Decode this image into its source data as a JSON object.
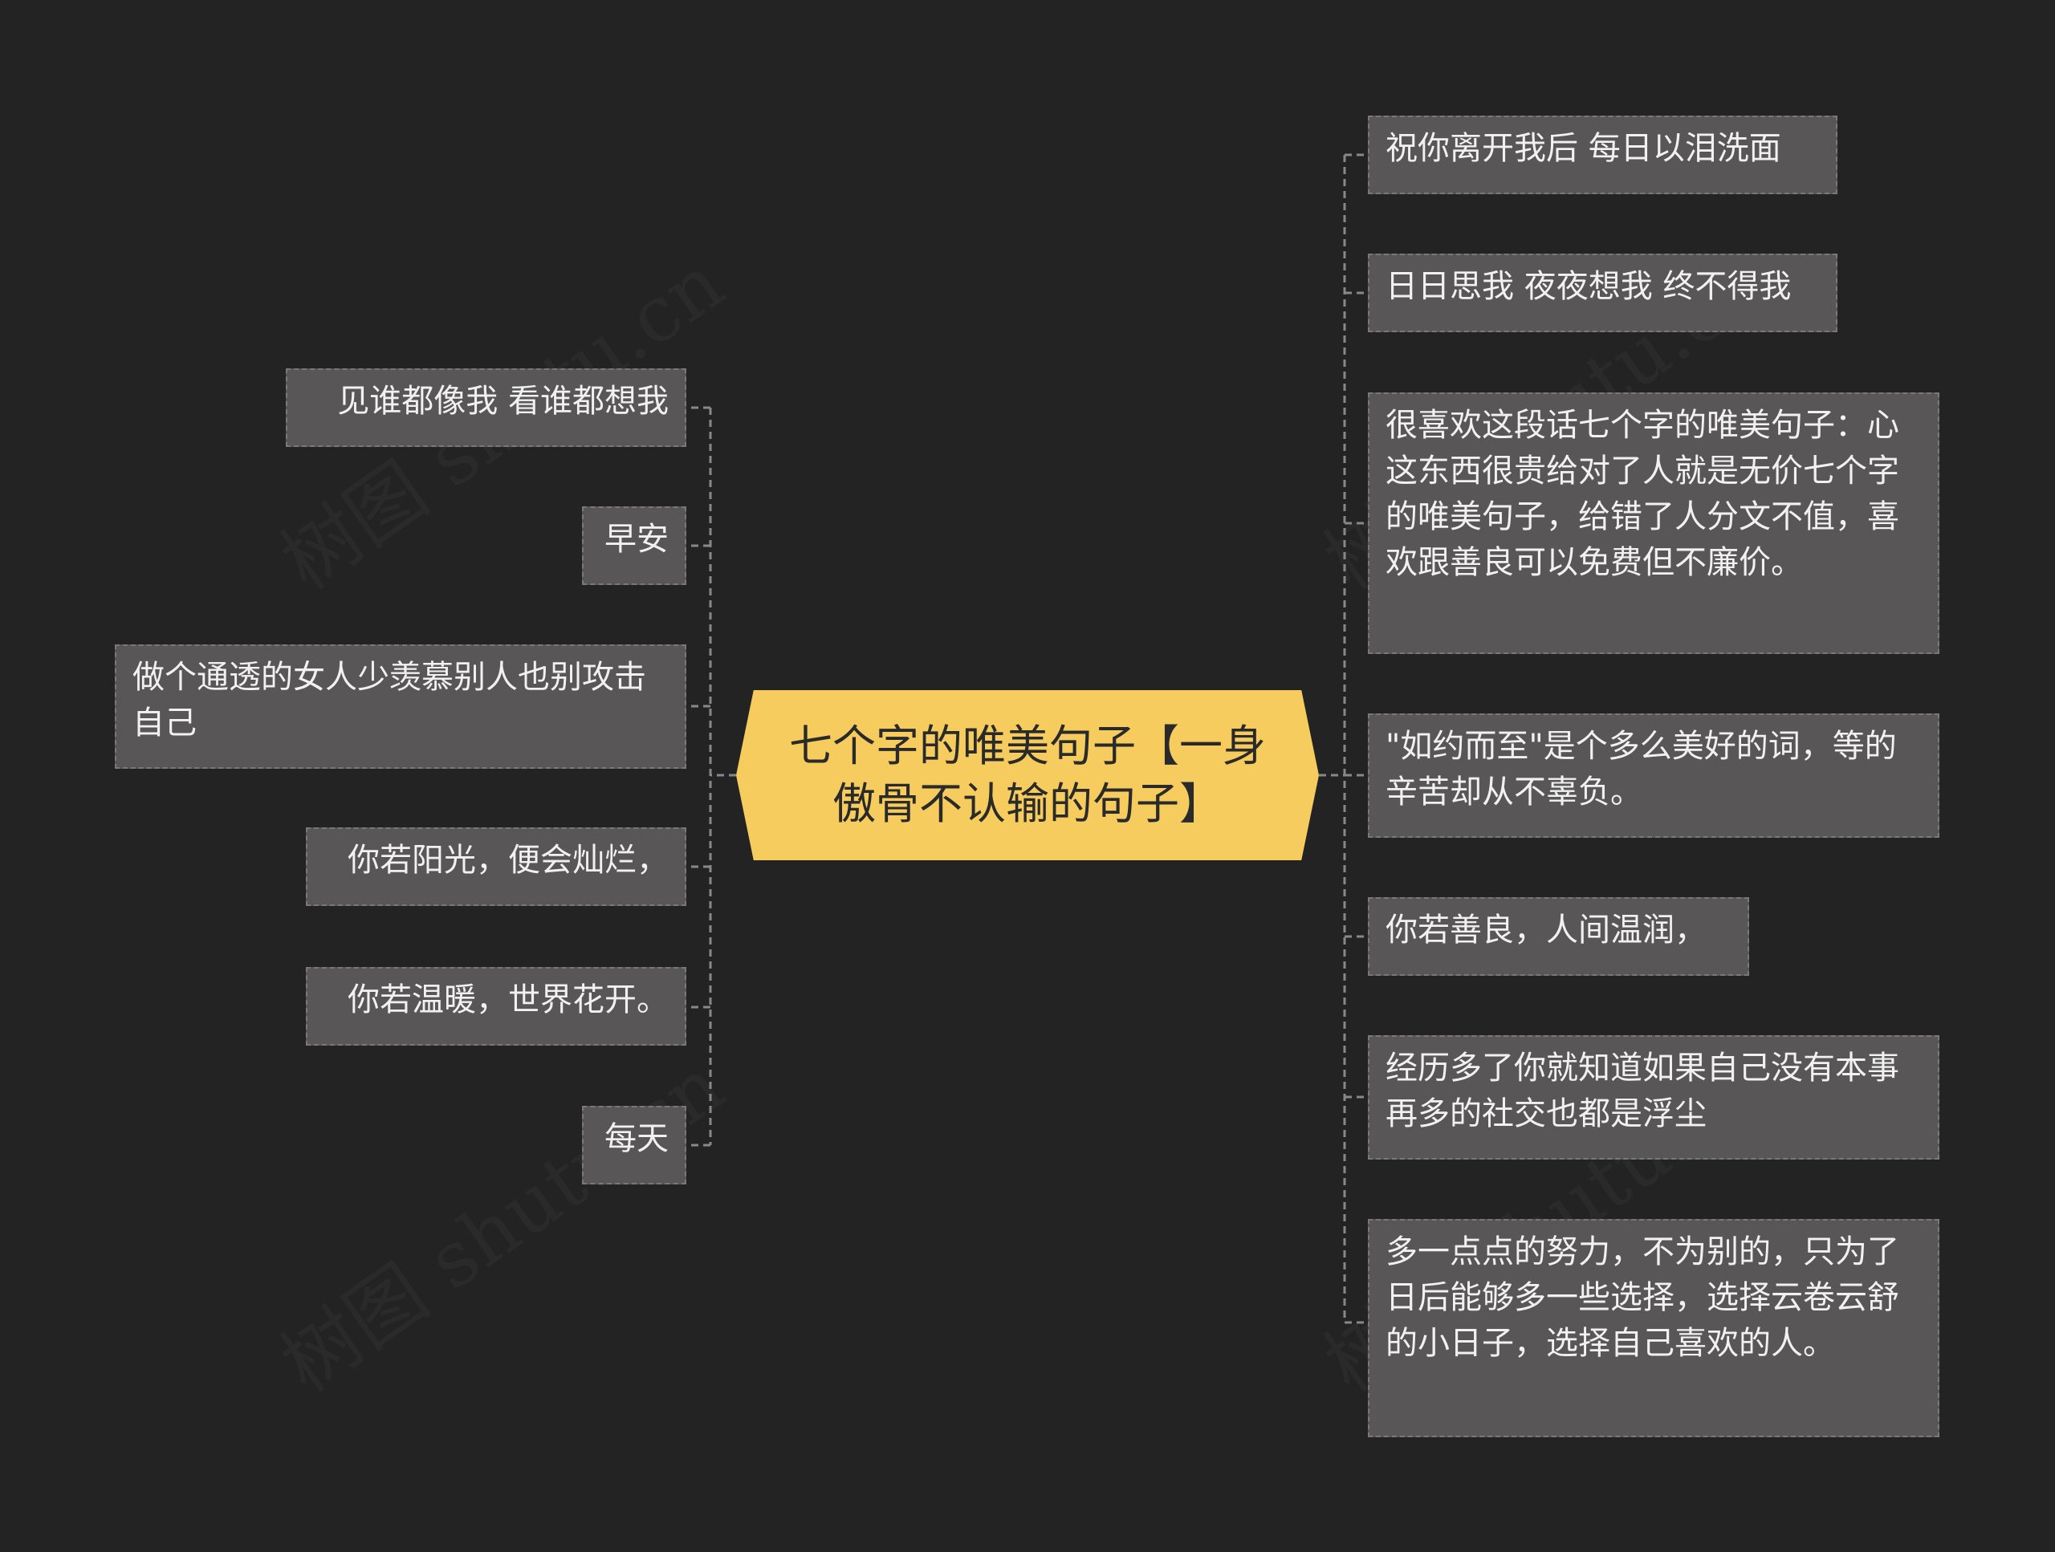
{
  "root": {
    "title": "七个字的唯美句子【一身傲骨不认输的句子】"
  },
  "left_nodes": [
    "见谁都像我 看谁都想我",
    "早安",
    "做个通透的女人少羡慕别人也别攻击自己",
    "你若阳光，便会灿烂，",
    "你若温暖，世界花开。",
    "每天"
  ],
  "right_nodes": [
    "祝你离开我后 每日以泪洗面",
    "日日思我 夜夜想我 终不得我",
    "很喜欢这段话七个字的唯美句子：心这东西很贵给对了人就是无价七个字的唯美句子，给错了人分文不值，喜欢跟善良可以免费但不廉价。",
    "\"如约而至\"是个多么美好的词，等的辛苦却从不辜负。",
    "你若善良，人间温润，",
    "经历多了你就知道如果自己没有本事再多的社交也都是浮尘",
    "多一点点的努力，不为别的，只为了日后能够多一些选择，选择云卷云舒的小日子，选择自己喜欢的人。"
  ],
  "watermark": "树图 shutu.cn",
  "colors": {
    "background": "#232323",
    "root_fill": "#f5cc5d",
    "node_fill": "#585656",
    "connector": "#888888"
  }
}
